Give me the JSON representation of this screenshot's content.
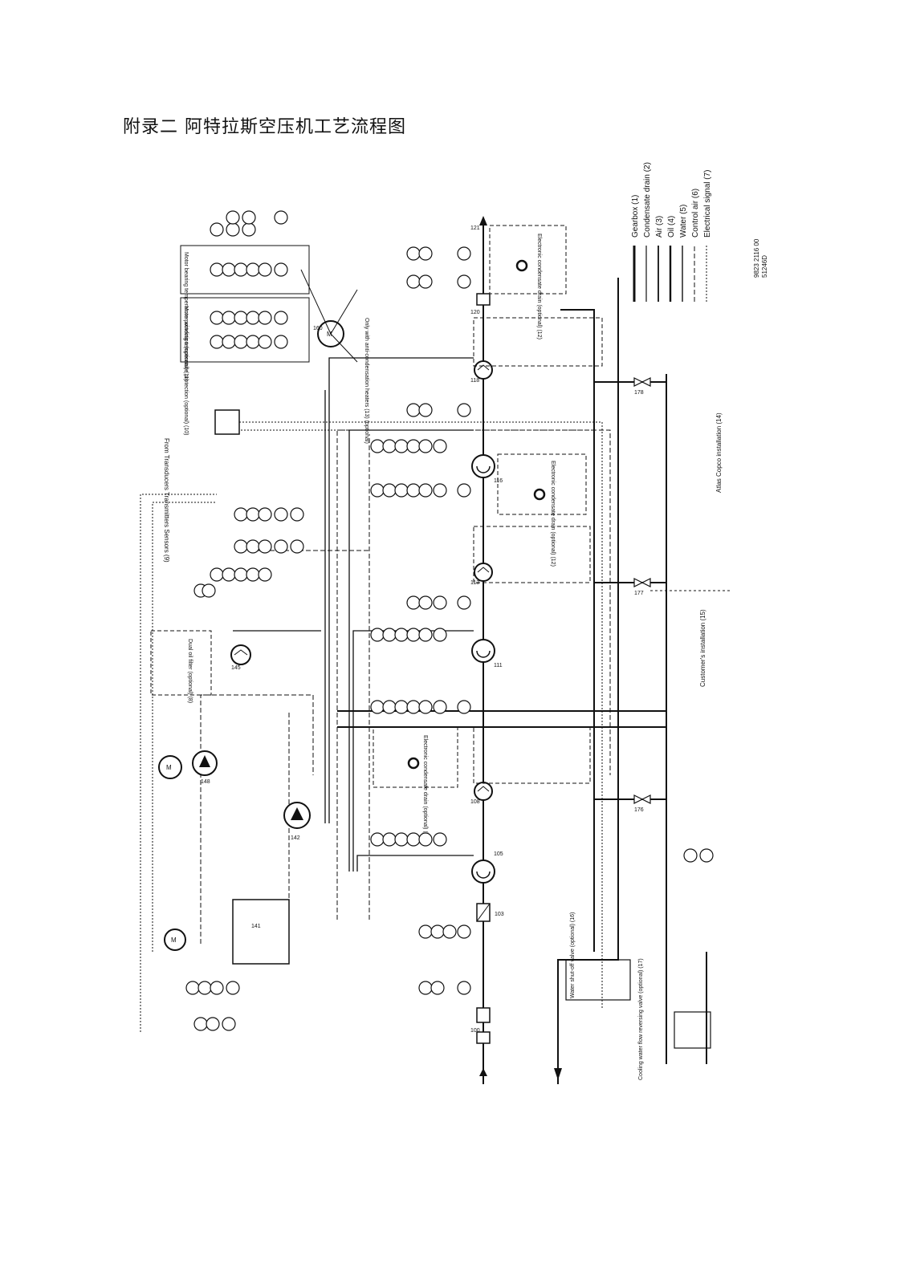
{
  "title": "附录二  阿特拉斯空压机工艺流程图",
  "legend": {
    "items": [
      {
        "label": "Gearbox (1)",
        "style": "solid-thick"
      },
      {
        "label": "Condensate drain (2)",
        "style": "solid"
      },
      {
        "label": "Air (3)",
        "style": "solid"
      },
      {
        "label": "Oil (4)",
        "style": "solid"
      },
      {
        "label": "Water (5)",
        "style": "solid"
      },
      {
        "label": "Control air (6)",
        "style": "dashed"
      },
      {
        "label": "Electrical signal (7)",
        "style": "dotted"
      }
    ],
    "drawing_number": "9823 2116 00",
    "ref_code": "51246D"
  },
  "notes": {
    "motor_winding": "Motor winding temperature protection (optional) (10)",
    "motor_bearing": "Motor bearing temperature protection (optional) (11)",
    "anti_condensation": "Only with anti-condensation heaters (13) (optional)",
    "transducers": "From Transducers Transmitters Sensors (9)",
    "dual_oil_filter": "Dual oil filter (optional) (8)",
    "drain_1": "Electronic condensate drain (optional) (12)",
    "drain_2": "Electronic condensate drain (optional) (12)",
    "drain_3": "Electronic condensate drain (optional) (12)",
    "atlas_copco": "Atlas Copco installation (14)",
    "customer": "Customer's installation (15)",
    "water_shutoff": "Water shut-off valve (optional) (16)",
    "flow_reversing": "Cooling water flow reversing valve (optional) (17)"
  },
  "components": {
    "motor": "160",
    "inlet_filter": "100",
    "inlet_valve": "103",
    "stage_1": "105",
    "stage_2": "111",
    "stage_3": "116",
    "cooler_1": "108",
    "cooler_2": "113",
    "cooler_3": "118",
    "oil_cooler": "145",
    "oil_pump_main": "142",
    "oil_pump_aux": "148",
    "oil_tank": "141",
    "outlet": "121",
    "check_valve": "120",
    "valve_176": "176",
    "valve_177": "177",
    "valve_178": "178"
  }
}
